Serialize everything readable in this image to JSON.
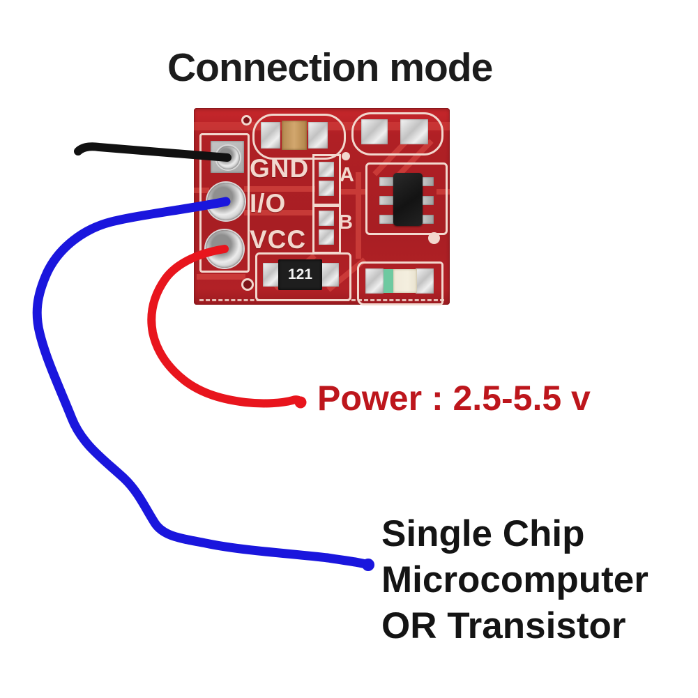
{
  "title": "Connection mode",
  "pcb": {
    "description": "red touch-sensor PCB module",
    "labels": {
      "gnd": "GND",
      "io": "I/O",
      "vcc": "VCC",
      "jumper_a": "A",
      "jumper_b": "B",
      "resistor": "121"
    },
    "colors": {
      "board": "#a81e23",
      "board_light": "#c8272b",
      "trace": "#e05148",
      "silkscreen": "#f2d8ce",
      "pad_silver": "#c9c9c9",
      "ic_black": "#1b1b1b",
      "capacitor_tan": "#c79a62",
      "led_stripe_green": "#6ec9a0"
    }
  },
  "wires": {
    "gnd": {
      "color": "#111111",
      "connects_to": "GND"
    },
    "io": {
      "color": "#1a16dd",
      "connects_to": "I/O"
    },
    "vcc": {
      "color": "#e8151d",
      "connects_to": "VCC"
    }
  },
  "annotations": {
    "power": {
      "text": "Power : 2.5-5.5 v",
      "color": "#bd161c"
    },
    "mcu": {
      "lines": [
        "Single Chip",
        "Microcomputer",
        "OR Transistor"
      ],
      "color": "#141414"
    }
  }
}
